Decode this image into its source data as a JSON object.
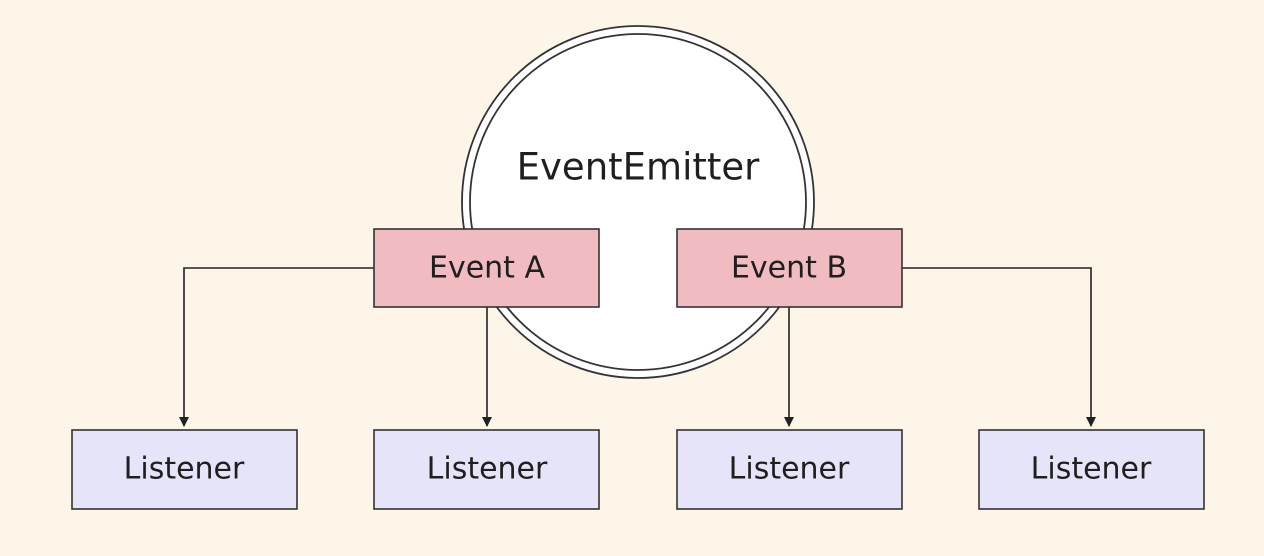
{
  "emitter": {
    "label": "EventEmitter"
  },
  "events": [
    {
      "label": "Event A"
    },
    {
      "label": "Event B"
    }
  ],
  "listeners": [
    {
      "label": "Listener"
    },
    {
      "label": "Listener"
    },
    {
      "label": "Listener"
    },
    {
      "label": "Listener"
    }
  ],
  "colors": {
    "background": "#fcf5e8",
    "emitter_fill": "#ffffff",
    "event_fill": "#f0bcc2",
    "listener_fill": "#e6e4f8",
    "line": "#222222"
  }
}
